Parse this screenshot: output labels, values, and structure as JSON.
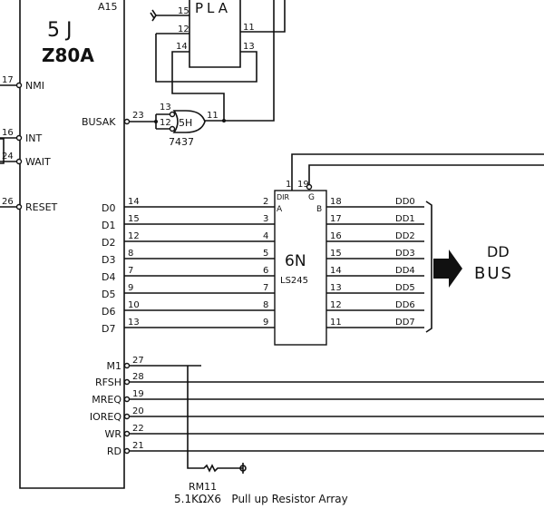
{
  "cpu": {
    "ref": "5 J",
    "part": "Z80A",
    "top_pin": "A15",
    "left_pins": [
      {
        "name": "NMI",
        "pin": "17"
      },
      {
        "name": "INT",
        "pin": "16"
      },
      {
        "name": "WAIT",
        "pin": "24"
      },
      {
        "name": "RESET",
        "pin": "26"
      }
    ],
    "busak": {
      "name": "BUSAK",
      "pin": "23"
    },
    "data_pins": [
      {
        "name": "D0",
        "pin": "14"
      },
      {
        "name": "D1",
        "pin": "15"
      },
      {
        "name": "D2",
        "pin": "12"
      },
      {
        "name": "D3",
        "pin": "8"
      },
      {
        "name": "D4",
        "pin": "7"
      },
      {
        "name": "D5",
        "pin": "9"
      },
      {
        "name": "D6",
        "pin": "10"
      },
      {
        "name": "D7",
        "pin": "13"
      }
    ],
    "control_pins": [
      {
        "name": "M1",
        "pin": "27"
      },
      {
        "name": "RFSH",
        "pin": "28"
      },
      {
        "name": "MREQ",
        "pin": "19"
      },
      {
        "name": "IOREQ",
        "pin": "20"
      },
      {
        "name": "WR",
        "pin": "22"
      },
      {
        "name": "RD",
        "pin": "21"
      }
    ]
  },
  "pla": {
    "label": "PLA",
    "pins": [
      "15",
      "12",
      "14",
      "11",
      "13"
    ]
  },
  "gate": {
    "ref": "5H",
    "part": "7437",
    "in_pins": [
      "13",
      "12"
    ],
    "out_pin": "11"
  },
  "buffer": {
    "ref": "6N",
    "part": "LS245",
    "dir": "DIR",
    "g": "G",
    "a": "A",
    "b": "B",
    "dir_pin": "1",
    "g_pin": "19",
    "a_pins": [
      "2",
      "3",
      "4",
      "5",
      "6",
      "7",
      "8",
      "9"
    ],
    "b_pins": [
      "18",
      "17",
      "16",
      "15",
      "14",
      "13",
      "12",
      "11"
    ],
    "outputs": [
      "DD0",
      "DD1",
      "DD2",
      "DD3",
      "DD4",
      "DD5",
      "DD6",
      "DD7"
    ]
  },
  "bus": {
    "line1": "DD",
    "line2": "BUS"
  },
  "resistor": {
    "ref": "RM11",
    "desc": "5.1KΩX6   Pull up Resistor Array"
  }
}
